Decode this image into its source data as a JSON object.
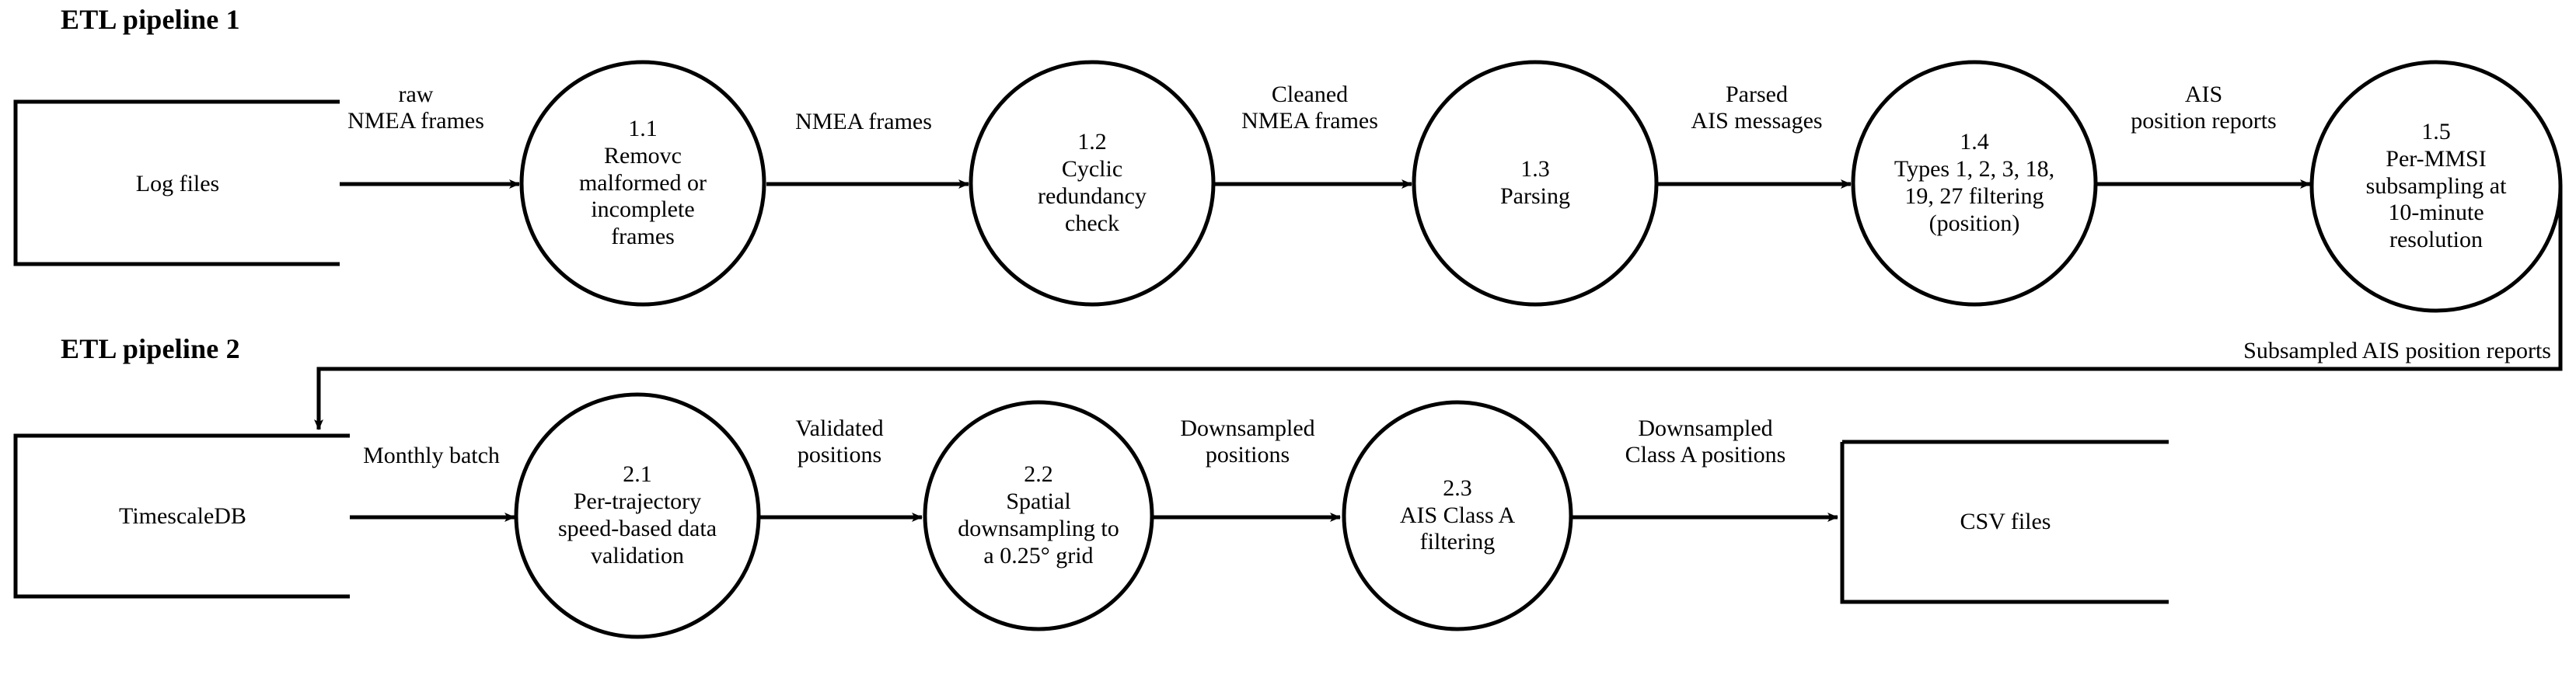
{
  "diagram": {
    "title_visible": false,
    "sections": [
      {
        "heading": "ETL pipeline 1"
      },
      {
        "heading": "ETL pipeline 2"
      }
    ],
    "pipeline1": {
      "heading": "ETL pipeline 1",
      "datastore_in": {
        "label": "Log files"
      },
      "processes": [
        {
          "id": "1.1",
          "lines": [
            "1.1",
            "Removc",
            "malformed or",
            "incomplete",
            "frames"
          ]
        },
        {
          "id": "1.2",
          "lines": [
            "1.2",
            "Cyclic",
            "redundancy",
            "check"
          ]
        },
        {
          "id": "1.3",
          "lines": [
            "1.3",
            "Parsing"
          ]
        },
        {
          "id": "1.4",
          "lines": [
            "1.4",
            "Types 1, 2, 3, 18,",
            "19, 27 filtering",
            "(position)"
          ]
        },
        {
          "id": "1.5",
          "lines": [
            "1.5",
            "Per-MMSI",
            "subsampling at",
            "10-minute",
            "resolution"
          ]
        }
      ],
      "flows": [
        {
          "lines": [
            "raw",
            "NMEA frames"
          ]
        },
        {
          "lines": [
            "NMEA frames"
          ]
        },
        {
          "lines": [
            "Cleaned",
            "NMEA frames"
          ]
        },
        {
          "lines": [
            "Parsed",
            "AIS messages"
          ]
        },
        {
          "lines": [
            "AIS",
            "position reports"
          ]
        }
      ]
    },
    "bridge": {
      "label": "Subsampled AIS position reports"
    },
    "pipeline2": {
      "heading": "ETL pipeline 2",
      "datastore_in": {
        "label": "TimescaleDB"
      },
      "datastore_out": {
        "label": "CSV files"
      },
      "processes": [
        {
          "id": "2.1",
          "lines": [
            "2.1",
            "Per-trajectory",
            "speed-based data",
            "validation"
          ]
        },
        {
          "id": "2.2",
          "lines": [
            "2.2",
            "Spatial",
            "downsampling to",
            "a 0.25° grid"
          ]
        },
        {
          "id": "2.3",
          "lines": [
            "2.3",
            "AIS Class A",
            "filtering"
          ]
        }
      ],
      "flows": [
        {
          "lines": [
            "Monthly batch"
          ]
        },
        {
          "lines": [
            "Validated",
            "positions"
          ]
        },
        {
          "lines": [
            "Downsampled",
            "positions"
          ]
        },
        {
          "lines": [
            "Downsampled",
            "Class A positions"
          ]
        }
      ]
    },
    "style": {
      "stroke": "#000000",
      "background": "#ffffff"
    }
  }
}
